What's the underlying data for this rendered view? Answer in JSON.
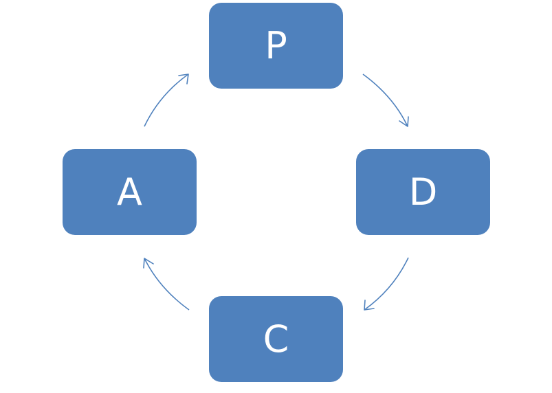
{
  "diagram": {
    "nodes": [
      {
        "id": "P",
        "label": "P"
      },
      {
        "id": "D",
        "label": "D"
      },
      {
        "id": "C",
        "label": "C"
      },
      {
        "id": "A",
        "label": "A"
      }
    ],
    "edges": [
      {
        "from": "P",
        "to": "D"
      },
      {
        "from": "D",
        "to": "C"
      },
      {
        "from": "C",
        "to": "A"
      },
      {
        "from": "A",
        "to": "P"
      }
    ],
    "colors": {
      "box_fill": "#4f81bd",
      "box_text": "#ffffff",
      "arrow": "#4f81bd",
      "background": "#ffffff"
    }
  }
}
